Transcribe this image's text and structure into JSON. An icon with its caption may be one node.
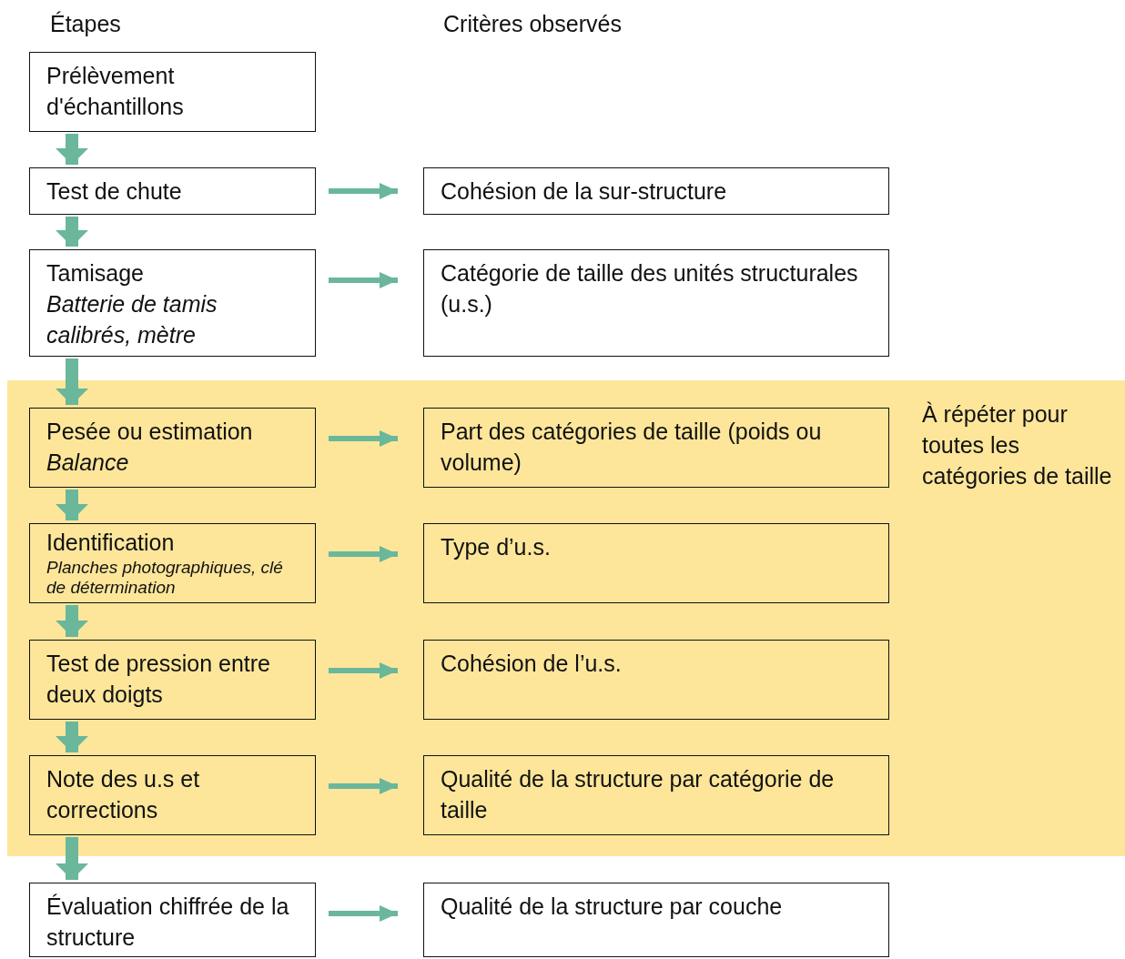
{
  "diagram": {
    "nodes": [
      {
        "text": [
          "Prélèvement d'échantillons"
        ]
      },
      {
        "text": [
          "Test de chute"
        ]
      },
      {
        "text": [
          "Cohésion de la sur-structure"
        ]
      },
      {
        "text": [
          "Tamisage",
          "Batterie de tamis calibrés, mètre"
        ]
      },
      {
        "text": [
          "Catégorie de taille des unités structurales (u.s.)"
        ]
      },
      {
        "text": [
          "À répéter pour toutes les catégories de taille"
        ]
      },
      {
        "text": [
          "Pesée ou estimation",
          "Balance"
        ],
        "in": 5
      },
      {
        "text": [
          "Part des catégories de taille (poids ou volume)"
        ],
        "in": 5
      },
      {
        "text": [
          "Identification",
          "Planches photographiques, clé de détermination"
        ],
        "in": 5
      },
      {
        "text": [
          "Type d’u.s."
        ],
        "in": 5
      },
      {
        "text": [
          "Test de pression entre deux doigts"
        ],
        "in": 5
      },
      {
        "text": [
          "Cohésion de l’u.s."
        ],
        "in": 5
      },
      {
        "text": [
          "Note des u.s et corrections"
        ],
        "in": 5
      },
      {
        "text": [
          "Qualité de la structure par catégorie de taille"
        ],
        "in": 5
      },
      {
        "text": [
          "Évaluation chiffrée de la structure"
        ]
      },
      {
        "text": [
          "Qualité de la structure par couche"
        ]
      }
    ],
    "edges": [
      {
        "from": 0,
        "to": 1,
        "arrow": "to",
        "style": "thick"
      },
      {
        "from": 1,
        "to": 2,
        "arrow": "to"
      },
      {
        "from": 1,
        "to": 3,
        "arrow": "to",
        "style": "thick"
      },
      {
        "from": 3,
        "to": 4,
        "arrow": "to"
      },
      {
        "from": 3,
        "to": 6,
        "arrow": "to",
        "style": "thick"
      },
      {
        "from": 6,
        "to": 7,
        "arrow": "to"
      },
      {
        "from": 6,
        "to": 8,
        "arrow": "to",
        "style": "thick"
      },
      {
        "from": 8,
        "to": 9,
        "arrow": "to"
      },
      {
        "from": 8,
        "to": 10,
        "arrow": "to",
        "style": "thick"
      },
      {
        "from": 10,
        "to": 11,
        "arrow": "to"
      },
      {
        "from": 10,
        "to": 12,
        "arrow": "to",
        "style": "thick"
      },
      {
        "from": 12,
        "to": 13,
        "arrow": "to"
      },
      {
        "from": 12,
        "to": 14,
        "arrow": "to",
        "style": "thick"
      },
      {
        "from": 14,
        "to": 15,
        "arrow": "to"
      }
    ],
    "labels": [
      "Étapes",
      "Critères observés"
    ]
  }
}
